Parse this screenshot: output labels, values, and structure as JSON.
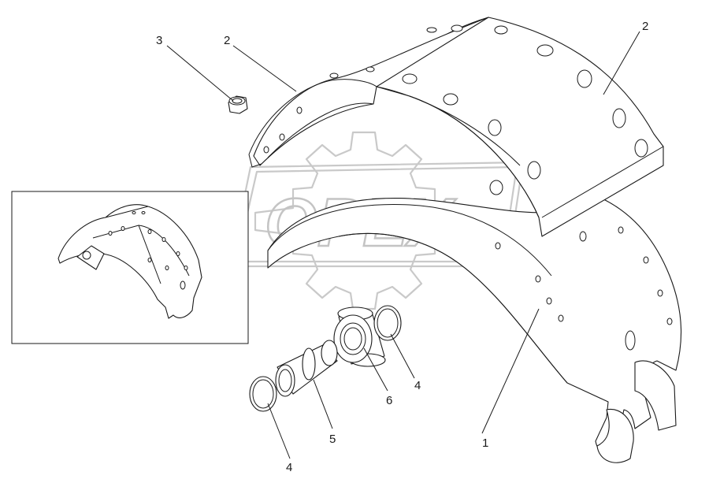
{
  "diagram": {
    "watermark_text": "OPEX",
    "callouts": [
      {
        "id": "callout-1",
        "label": "1"
      },
      {
        "id": "callout-2-left",
        "label": "2"
      },
      {
        "id": "callout-2-right",
        "label": "2"
      },
      {
        "id": "callout-3",
        "label": "3"
      },
      {
        "id": "callout-4-right",
        "label": "4"
      },
      {
        "id": "callout-4-left",
        "label": "4"
      },
      {
        "id": "callout-5",
        "label": "5"
      },
      {
        "id": "callout-6",
        "label": "6"
      }
    ]
  }
}
